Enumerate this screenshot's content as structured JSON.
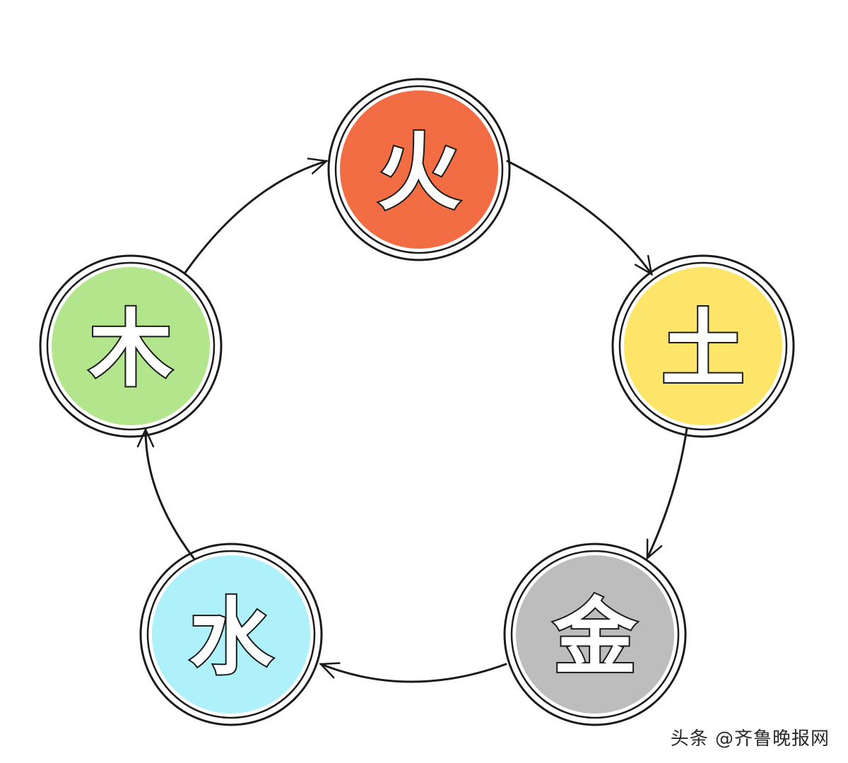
{
  "elements": [
    {
      "id": "fire",
      "char": "火",
      "color": "#f26d43"
    },
    {
      "id": "earth",
      "char": "土",
      "color": "#fde56a"
    },
    {
      "id": "metal",
      "char": "金",
      "color": "#bdbdbd"
    },
    {
      "id": "water",
      "char": "水",
      "color": "#aef1fb"
    },
    {
      "id": "wood",
      "char": "木",
      "color": "#b3e58c"
    }
  ],
  "watermark": "头条 @齐鲁晚报网"
}
